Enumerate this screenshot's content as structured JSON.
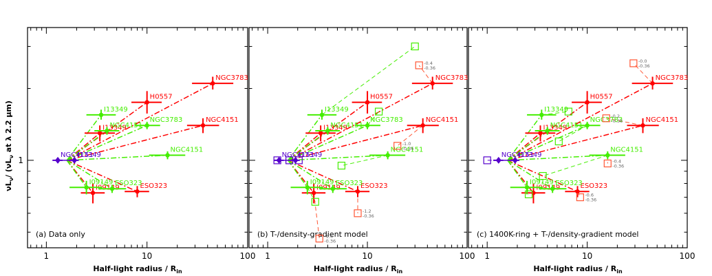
{
  "colors": {
    "red": "#ff0000",
    "green": "#44ee00",
    "purple": "#5500cc",
    "orange": "#ff5533",
    "gray": "#666666"
  },
  "ylabel_parts": {
    "a": "νL",
    "a_sub": "ν",
    "b": "/ (νL",
    "b_sub": "ν",
    "c": " at λ 2.2 μm)"
  },
  "chart_data": [
    {
      "type": "scatter",
      "title": "(a) Data only",
      "xlabel": "Half-light radius / R",
      "xlabel_sub": "in",
      "xscale": "log",
      "yscale": "log",
      "xlim": [
        0.65,
        100
      ],
      "ylim": [
        0.43,
        3.6
      ],
      "xticks": [
        1,
        10,
        100
      ],
      "yticks": [
        1
      ],
      "series": [
        {
          "id": "red",
          "role": "data",
          "color": "#ff0000",
          "linestyle": "dashdot",
          "points": [
            {
              "label": "NGC3783",
              "x": 45,
              "y": 2.1,
              "xerr": [
                28,
                72
              ],
              "yerr": [
                1.98,
                2.24
              ]
            },
            {
              "label": "H0557",
              "x": 10,
              "y": 1.75,
              "xerr": [
                7,
                14
              ],
              "yerr": [
                1.57,
                1.95
              ]
            },
            {
              "label": "NGC4151",
              "x": 36,
              "y": 1.4,
              "xerr": [
                25,
                52
              ],
              "yerr": [
                1.3,
                1.5
              ]
            },
            {
              "label": "I13349",
              "x": 3.4,
              "y": 1.3,
              "xerr": [
                2.4,
                4.8
              ],
              "yerr": [
                1.2,
                1.4
              ]
            },
            {
              "label": "ESO323",
              "x": 8,
              "y": 0.74,
              "xerr": [
                6,
                10.5
              ],
              "yerr": [
                0.7,
                0.78
              ]
            },
            {
              "label": "I09149",
              "x": 2.9,
              "y": 0.73,
              "xerr": [
                2.2,
                3.8
              ],
              "yerr": [
                0.66,
                0.8
              ]
            }
          ]
        },
        {
          "id": "green",
          "role": "data",
          "color": "#44ee00",
          "linestyle": "dashdot",
          "points": [
            {
              "label": "I13349",
              "x": 3.5,
              "y": 1.55,
              "xerr": [
                2.5,
                4.9
              ],
              "yerr": [
                1.48,
                1.63
              ]
            },
            {
              "label": "NGC3783",
              "x": 10,
              "y": 1.4,
              "xerr": [
                7.5,
                13.5
              ],
              "yerr": [
                1.35,
                1.45
              ]
            },
            {
              "label": "NGC4151",
              "x": 16,
              "y": 1.05,
              "xerr": [
                10.5,
                24
              ],
              "yerr": [
                1.01,
                1.09
              ]
            },
            {
              "label": "ESO323",
              "x": 4.5,
              "y": 0.76,
              "xerr": [
                3.3,
                6.2
              ],
              "yerr": [
                0.73,
                0.79
              ]
            },
            {
              "label": "I09149",
              "x": 2.5,
              "y": 0.77,
              "xerr": [
                1.7,
                3.6
              ],
              "yerr": [
                0.72,
                0.82
              ]
            },
            {
              "label": "NGC4151",
              "x": 4,
              "y": 1.33,
              "xerr": [
                3.0,
                5.3
              ],
              "yerr": [
                1.28,
                1.38
              ]
            }
          ]
        },
        {
          "id": "purple",
          "role": "data",
          "color": "#5500cc",
          "linestyle": "solid",
          "points": [
            {
              "label": "NGC4151",
              "x": 1.3,
              "y": 1.0,
              "xerr": [
                1.15,
                1.45
              ],
              "yerr": [
                0.98,
                1.02
              ]
            },
            {
              "label": "I13349",
              "x": 1.9,
              "y": 1.0,
              "xerr": [
                1.7,
                2.1
              ],
              "yerr": [
                0.98,
                1.02
              ]
            }
          ]
        }
      ]
    },
    {
      "type": "scatter",
      "title": "(b) T-/density-gradient model",
      "xlabel": "Half-light radius / R",
      "xlabel_sub": "in",
      "xscale": "log",
      "yscale": "log",
      "xlim": [
        0.65,
        100
      ],
      "ylim": [
        0.43,
        3.6
      ],
      "xticks": [
        1,
        10,
        100
      ],
      "yticks": [
        1
      ],
      "series": [
        {
          "id": "red",
          "role": "data",
          "color": "#ff0000",
          "linestyle": "dashdot",
          "points": [
            {
              "label": "NGC3783",
              "x": 45,
              "y": 2.1,
              "xerr": [
                28,
                72
              ],
              "yerr": [
                1.98,
                2.24
              ]
            },
            {
              "label": "H0557",
              "x": 10,
              "y": 1.75,
              "xerr": [
                7,
                14
              ],
              "yerr": [
                1.57,
                1.95
              ]
            },
            {
              "label": "NGC4151",
              "x": 36,
              "y": 1.4,
              "xerr": [
                25,
                52
              ],
              "yerr": [
                1.3,
                1.5
              ]
            },
            {
              "label": "I13349",
              "x": 3.4,
              "y": 1.3,
              "xerr": [
                2.4,
                4.8
              ],
              "yerr": [
                1.2,
                1.4
              ]
            },
            {
              "label": "ESO323",
              "x": 8,
              "y": 0.74,
              "xerr": [
                6,
                10.5
              ],
              "yerr": [
                0.7,
                0.78
              ]
            },
            {
              "label": "I09149",
              "x": 2.9,
              "y": 0.73,
              "xerr": [
                2.2,
                3.8
              ],
              "yerr": [
                0.66,
                0.8
              ]
            }
          ]
        },
        {
          "id": "green",
          "role": "data",
          "color": "#44ee00",
          "linestyle": "dashdot",
          "points": [
            {
              "label": "I13349",
              "x": 3.5,
              "y": 1.55,
              "xerr": [
                2.5,
                4.9
              ],
              "yerr": [
                1.48,
                1.63
              ]
            },
            {
              "label": "NGC3783",
              "x": 10,
              "y": 1.4,
              "xerr": [
                7.5,
                13.5
              ],
              "yerr": [
                1.35,
                1.45
              ]
            },
            {
              "label": "NGC4151",
              "x": 16,
              "y": 1.05,
              "xerr": [
                10.5,
                24
              ],
              "yerr": [
                1.01,
                1.09
              ]
            },
            {
              "label": "ESO323",
              "x": 4.5,
              "y": 0.76,
              "xerr": [
                3.3,
                6.2
              ],
              "yerr": [
                0.73,
                0.79
              ]
            },
            {
              "label": "I09149",
              "x": 2.5,
              "y": 0.77,
              "xerr": [
                1.7,
                3.6
              ],
              "yerr": [
                0.72,
                0.82
              ]
            },
            {
              "label": "NGC4151",
              "x": 4,
              "y": 1.33,
              "xerr": [
                3.0,
                5.3
              ],
              "yerr": [
                1.28,
                1.38
              ]
            }
          ]
        },
        {
          "id": "purple",
          "role": "data",
          "color": "#5500cc",
          "linestyle": "solid",
          "points": [
            {
              "label": "NGC4151",
              "x": 1.3,
              "y": 1.0,
              "xerr": [
                1.15,
                1.45
              ],
              "yerr": [
                0.98,
                1.02
              ]
            },
            {
              "label": "I13349",
              "x": 1.9,
              "y": 1.0,
              "xerr": [
                1.7,
                2.1
              ],
              "yerr": [
                0.98,
                1.02
              ]
            }
          ]
        },
        {
          "id": "model-green",
          "role": "model",
          "color": "#44ee00",
          "linestyle": "dashed",
          "points": [
            {
              "x": 30,
              "y": 3.0,
              "src_x": 3.5,
              "src_y": 1.55
            },
            {
              "x": 13,
              "y": 1.6,
              "src_x": 10,
              "src_y": 1.4
            },
            {
              "x": 5.5,
              "y": 0.95,
              "src_x": 16,
              "src_y": 1.05
            },
            {
              "x": 3.0,
              "y": 0.67,
              "src_x": 2.5,
              "src_y": 0.77
            }
          ]
        },
        {
          "id": "model-purple",
          "role": "model",
          "color": "#5500cc",
          "linestyle": "dashed",
          "points": [
            {
              "x": 1.25,
              "y": 1.0,
              "src_x": 1.3,
              "src_y": 1.0
            },
            {
              "x": 1.65,
              "y": 1.0,
              "src_x": 1.3,
              "src_y": 1.0
            },
            {
              "x": 2.05,
              "y": 1.0,
              "src_x": 1.9,
              "src_y": 1.0
            }
          ]
        },
        {
          "id": "model-orange",
          "role": "model",
          "color": "#ff5533",
          "linestyle": "dashed",
          "points": [
            {
              "x": 33,
              "y": 2.5,
              "src_x": 45,
              "src_y": 2.1,
              "note1": "-0.4",
              "note2": "-0.36"
            },
            {
              "x": 20,
              "y": 1.15,
              "src_x": 36,
              "src_y": 1.4,
              "note1": "-1.0",
              "note2": "-0.36"
            },
            {
              "x": 8,
              "y": 0.6,
              "src_x": 8,
              "src_y": 0.74,
              "note1": "-1.2",
              "note2": "-0.36"
            },
            {
              "x": 3.3,
              "y": 0.47,
              "src_x": 2.9,
              "src_y": 0.73,
              "note1": "-1.6",
              "note2": "-0.36"
            }
          ]
        }
      ]
    },
    {
      "type": "scatter",
      "title": "(c) 1400K-ring + T-/density-gradient model",
      "xlabel": "Half-light radius / R",
      "xlabel_sub": "in",
      "xscale": "log",
      "yscale": "log",
      "xlim": [
        0.65,
        100
      ],
      "ylim": [
        0.43,
        3.6
      ],
      "xticks": [
        1,
        10,
        100
      ],
      "yticks": [
        1
      ],
      "series": [
        {
          "id": "red",
          "role": "data",
          "color": "#ff0000",
          "linestyle": "dashdot",
          "points": [
            {
              "label": "NGC3783",
              "x": 45,
              "y": 2.1,
              "xerr": [
                28,
                72
              ],
              "yerr": [
                1.98,
                2.24
              ]
            },
            {
              "label": "H0557",
              "x": 10,
              "y": 1.75,
              "xerr": [
                7,
                14
              ],
              "yerr": [
                1.57,
                1.95
              ]
            },
            {
              "label": "NGC4151",
              "x": 36,
              "y": 1.4,
              "xerr": [
                25,
                52
              ],
              "yerr": [
                1.3,
                1.5
              ]
            },
            {
              "label": "I13349",
              "x": 3.4,
              "y": 1.3,
              "xerr": [
                2.4,
                4.8
              ],
              "yerr": [
                1.2,
                1.4
              ]
            },
            {
              "label": "ESO323",
              "x": 8,
              "y": 0.74,
              "xerr": [
                6,
                10.5
              ],
              "yerr": [
                0.7,
                0.78
              ]
            },
            {
              "label": "I09149",
              "x": 2.9,
              "y": 0.73,
              "xerr": [
                2.2,
                3.8
              ],
              "yerr": [
                0.66,
                0.8
              ]
            }
          ]
        },
        {
          "id": "green",
          "role": "data",
          "color": "#44ee00",
          "linestyle": "dashdot",
          "points": [
            {
              "label": "I13349",
              "x": 3.5,
              "y": 1.55,
              "xerr": [
                2.5,
                4.9
              ],
              "yerr": [
                1.48,
                1.63
              ]
            },
            {
              "label": "NGC3783",
              "x": 10,
              "y": 1.4,
              "xerr": [
                7.5,
                13.5
              ],
              "yerr": [
                1.35,
                1.45
              ]
            },
            {
              "label": "NGC4151",
              "x": 16,
              "y": 1.05,
              "xerr": [
                10.5,
                24
              ],
              "yerr": [
                1.01,
                1.09
              ]
            },
            {
              "label": "ESO323",
              "x": 4.5,
              "y": 0.76,
              "xerr": [
                3.3,
                6.2
              ],
              "yerr": [
                0.73,
                0.79
              ]
            },
            {
              "label": "I09149",
              "x": 2.5,
              "y": 0.77,
              "xerr": [
                1.7,
                3.6
              ],
              "yerr": [
                0.72,
                0.82
              ]
            },
            {
              "label": "NGC4151",
              "x": 4,
              "y": 1.33,
              "xerr": [
                3.0,
                5.3
              ],
              "yerr": [
                1.28,
                1.38
              ]
            }
          ]
        },
        {
          "id": "purple",
          "role": "data",
          "color": "#5500cc",
          "linestyle": "solid",
          "points": [
            {
              "label": "NGC4151",
              "x": 1.3,
              "y": 1.0,
              "xerr": [
                1.15,
                1.45
              ],
              "yerr": [
                0.98,
                1.02
              ]
            },
            {
              "label": "I13349",
              "x": 1.9,
              "y": 1.0,
              "xerr": [
                1.7,
                2.1
              ],
              "yerr": [
                0.98,
                1.02
              ]
            }
          ]
        },
        {
          "id": "model-green",
          "role": "model",
          "color": "#44ee00",
          "linestyle": "dashed",
          "points": [
            {
              "x": 6.5,
              "y": 1.6,
              "src_x": 3.5,
              "src_y": 1.55
            },
            {
              "x": 5.2,
              "y": 1.2,
              "src_x": 10,
              "src_y": 1.4
            },
            {
              "x": 3.6,
              "y": 0.86,
              "src_x": 16,
              "src_y": 1.05
            },
            {
              "x": 2.6,
              "y": 0.72,
              "src_x": 2.5,
              "src_y": 0.77
            }
          ]
        },
        {
          "id": "model-purple",
          "role": "model",
          "color": "#5500cc",
          "linestyle": "dashed",
          "points": [
            {
              "x": 1.0,
              "y": 1.0,
              "src_x": 1.3,
              "src_y": 1.0
            }
          ]
        },
        {
          "id": "model-orange",
          "role": "model",
          "color": "#ff5533",
          "linestyle": "dashed",
          "points": [
            {
              "x": 29,
              "y": 2.55,
              "src_x": 45,
              "src_y": 2.1,
              "note1": "-0.0",
              "note2": "-0.36"
            },
            {
              "x": 15.5,
              "y": 1.5,
              "src_x": 36,
              "src_y": 1.4,
              "note1": "-0.2",
              "note2": "-0.36"
            },
            {
              "x": 16,
              "y": 0.97,
              "src_x": 16,
              "src_y": 1.05,
              "note1": "-0.4",
              "note2": "-0.36"
            },
            {
              "x": 8.5,
              "y": 0.7,
              "src_x": 8,
              "src_y": 0.74,
              "note1": "-0.6",
              "note2": "-0.36"
            }
          ]
        }
      ]
    }
  ]
}
